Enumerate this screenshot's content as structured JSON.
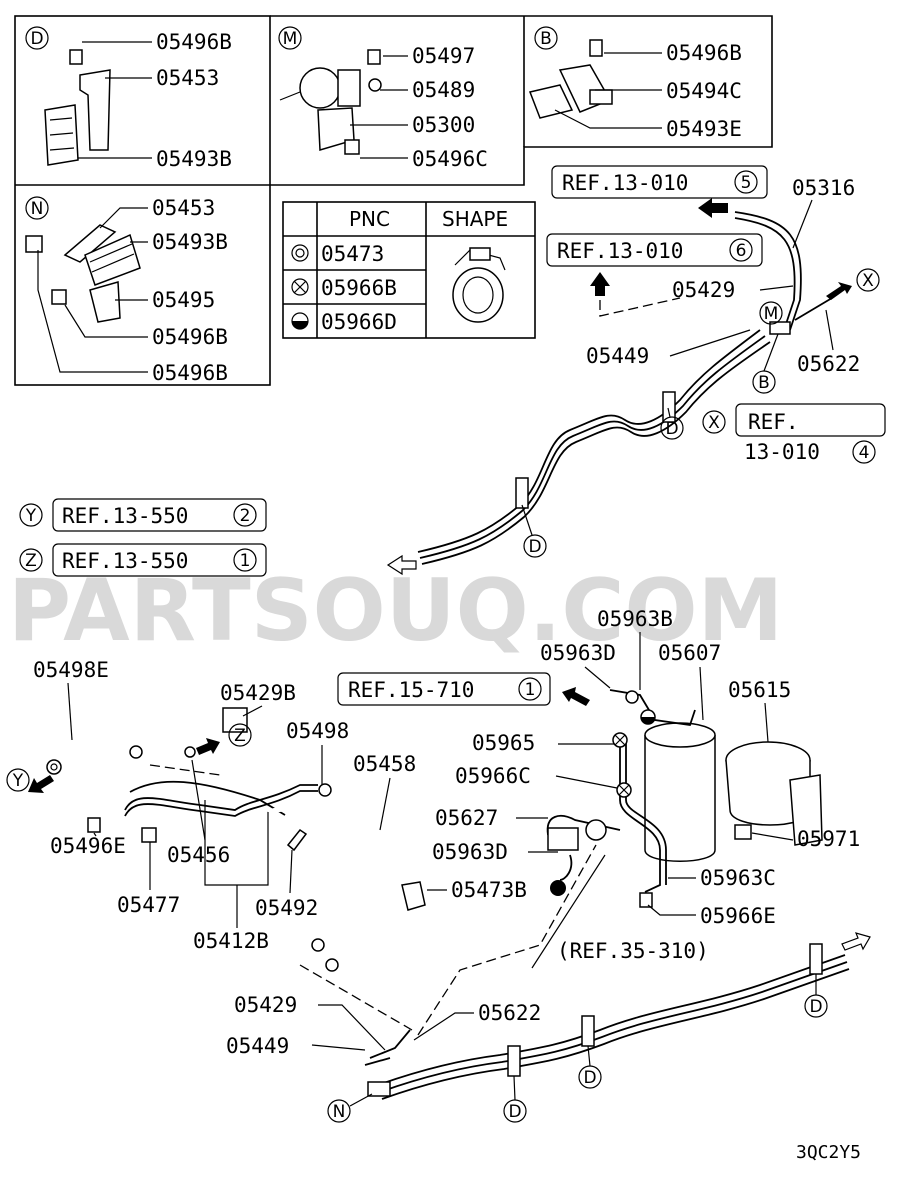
{
  "watermark": "PARTSOUQ.COM",
  "diagram_code": "3QC2Y5",
  "inset_d": {
    "letter": "D",
    "parts": [
      "05496B",
      "05453",
      "05493B"
    ]
  },
  "inset_m": {
    "letter": "M",
    "parts": [
      "05497",
      "05489",
      "05300",
      "05496C"
    ]
  },
  "inset_b": {
    "letter": "B",
    "parts": [
      "05496B",
      "05494C",
      "05493E"
    ]
  },
  "inset_n": {
    "letter": "N",
    "parts": [
      "05453",
      "05493B",
      "05495",
      "05496B",
      "05496B"
    ]
  },
  "table": {
    "headers": [
      "PNC",
      "SHAPE"
    ],
    "rows": [
      {
        "symbol": "double-circle-icon",
        "pnc": "05473"
      },
      {
        "symbol": "cross-circle-icon",
        "pnc": "05966B"
      },
      {
        "symbol": "half-filled-circle-icon",
        "pnc": "05966D"
      }
    ]
  },
  "refs": {
    "r1": {
      "text": "REF.13-010",
      "num": "5"
    },
    "r2": {
      "text": "REF.13-010",
      "num": "6"
    },
    "r3": {
      "line1": "REF.",
      "line2": "13-010",
      "num": "4",
      "letter": "X"
    },
    "r4": {
      "text": "REF.13-550",
      "num": "2",
      "letter": "Y"
    },
    "r5": {
      "text": "REF.13-550",
      "num": "1",
      "letter": "Z"
    },
    "r6": {
      "text": "REF.15-710",
      "num": "1"
    },
    "r7": {
      "text": "(REF.35-310)"
    }
  },
  "upper_labels": {
    "p05316": "05316",
    "p05429": "05429",
    "p05449": "05449",
    "p05622": "05622",
    "m": "M",
    "b": "B",
    "x": "X",
    "d1": "D",
    "d2": "D"
  },
  "lower_labels": {
    "p05498E": "05498E",
    "p05429B": "05429B",
    "p05498": "05498",
    "p05458": "05458",
    "p05963B": "05963B",
    "p05963D_top": "05963D",
    "p05607": "05607",
    "p05615": "05615",
    "p05965": "05965",
    "p05966C": "05966C",
    "p05627": "05627",
    "p05963D": "05963D",
    "p05963C": "05963C",
    "p05966E": "05966E",
    "p05971": "05971",
    "p05473B": "05473B",
    "p05496E": "05496E",
    "p05456": "05456",
    "p05477": "05477",
    "p05492": "05492",
    "p05412B": "05412B",
    "p05429": "05429",
    "p05622": "05622",
    "p05449": "05449",
    "y": "Y",
    "z": "Z",
    "n": "N",
    "d1": "D",
    "d2": "D",
    "d3": "D"
  }
}
